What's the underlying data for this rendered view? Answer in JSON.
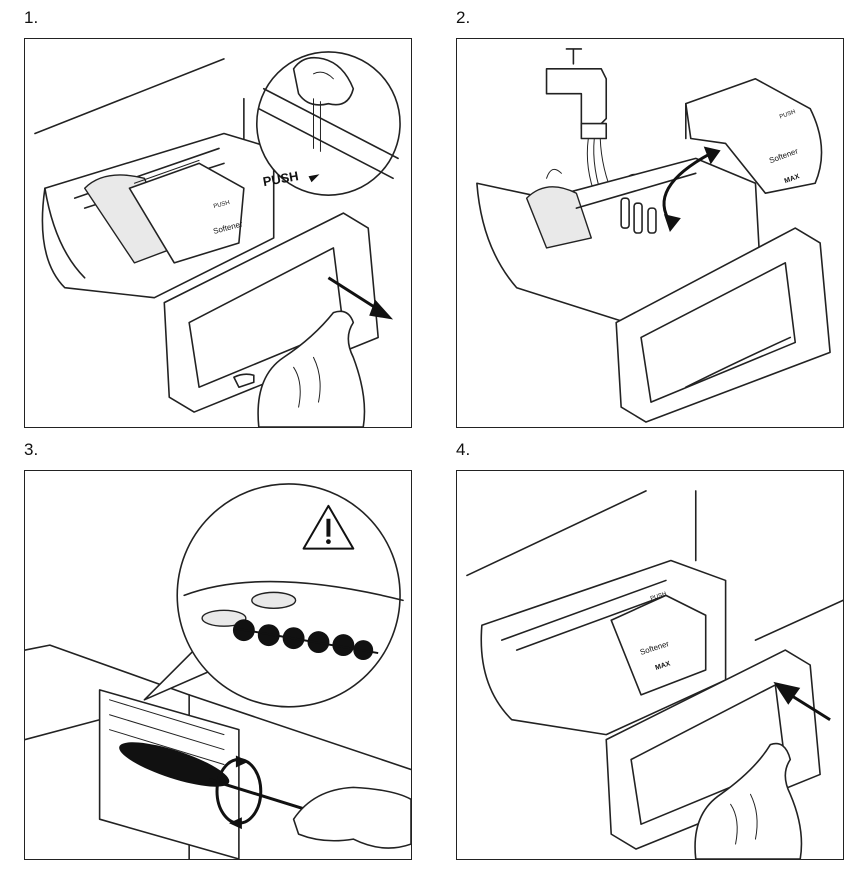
{
  "steps": [
    {
      "number": "1."
    },
    {
      "number": "2."
    },
    {
      "number": "3."
    },
    {
      "number": "4."
    }
  ],
  "labels": {
    "push_large": "PUSH",
    "push_small": "PUSH",
    "softener": "Softener",
    "max": "MAX"
  },
  "icons": [
    "push-arrow-icon",
    "pull-arrow-icon",
    "tap-icon",
    "lift-arrow-icon",
    "warning-icon",
    "rotate-icon",
    "push-in-arrow-icon",
    "hand-icon",
    "brush-icon"
  ]
}
